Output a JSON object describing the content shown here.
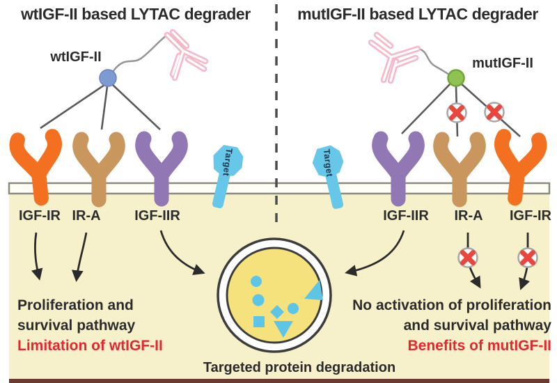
{
  "figure": {
    "caption": "Targeted protein degradation"
  },
  "panels": {
    "left": {
      "title": "wtIGF-II based LYTAC degrader",
      "ligand": "wtIGF-II",
      "receptor_labels": [
        "IGF-IR",
        "IR-A",
        "IGF-IIR"
      ],
      "target_label": "Target",
      "pathway_text": [
        "Proliferation and",
        "survival pathway"
      ],
      "note": "Limitation of wtIGF-II"
    },
    "right": {
      "title": "mutIGF-II based LYTAC degrader",
      "ligand": "mutIGF-II",
      "receptor_labels": [
        "IGF-IIR",
        "IR-A",
        "IGF-IR"
      ],
      "target_label": "Target",
      "pathway_text": [
        "No activation of proliferation",
        "and survival pathway"
      ],
      "note": "Benefits of mutIGF-II"
    }
  },
  "icons": {
    "antibody": "pink Y-shaped antibody",
    "blocked_x": "red cross in circle (no binding)",
    "lysosome": "double-ring circle with protein fragments",
    "target_protein": "blue tilted target protein in membrane"
  },
  "colors": {
    "background": "#ffffff",
    "cytoplasm": "#f6f1ca",
    "membrane_fill": "#fdfdf6",
    "membrane_border": "#8b8b7d",
    "lysosome_fill": "#f6e27c",
    "degraded_protein": "#5ec4e8",
    "target_protein": "#66c7e9",
    "receptor_igf1r_orange": "#f2701f",
    "receptor_ira_tan": "#c9965e",
    "receptor_igf2r_purple": "#9177b4",
    "wtigf2_dot_blue": "#7e9ad2",
    "mutigf2_dot_green": "#8ec351",
    "antibody_pink": "#f5b8c8",
    "blocked_x_red": "#e8473e",
    "note_red": "#e5262e",
    "text_dark": "#2b2b2b"
  }
}
